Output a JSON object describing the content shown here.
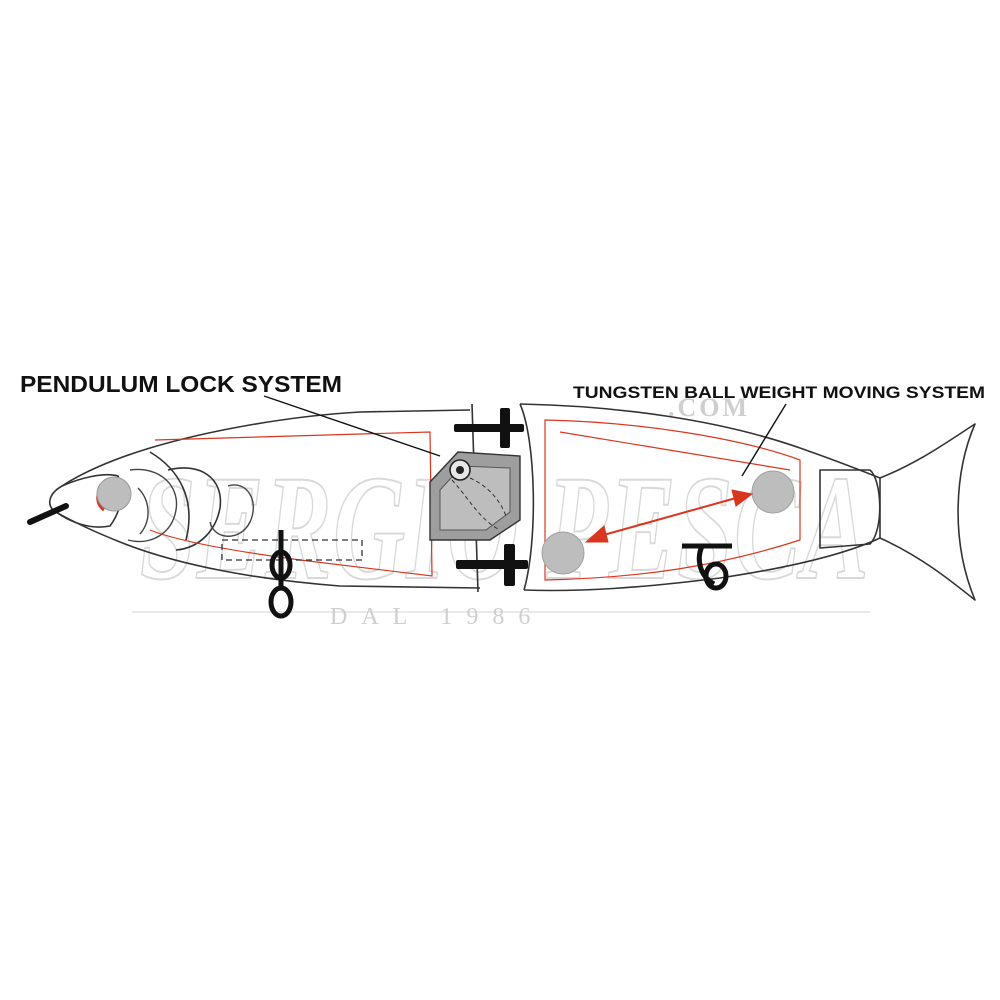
{
  "labels": {
    "pendulum": "PENDULUM LOCK SYSTEM",
    "tungsten": "TUNGSTEN BALL WEIGHT MOVING SYSTEM"
  },
  "watermark": {
    "brand": "SERGIO PESCA",
    "com": ".COM",
    "since": "DAL 1986"
  },
  "colors": {
    "outline": "#333333",
    "accent_red": "#d9361f",
    "weight_gray": "#bdbdbd",
    "hardware_black": "#111111",
    "watermark": "#d9d9d9"
  }
}
